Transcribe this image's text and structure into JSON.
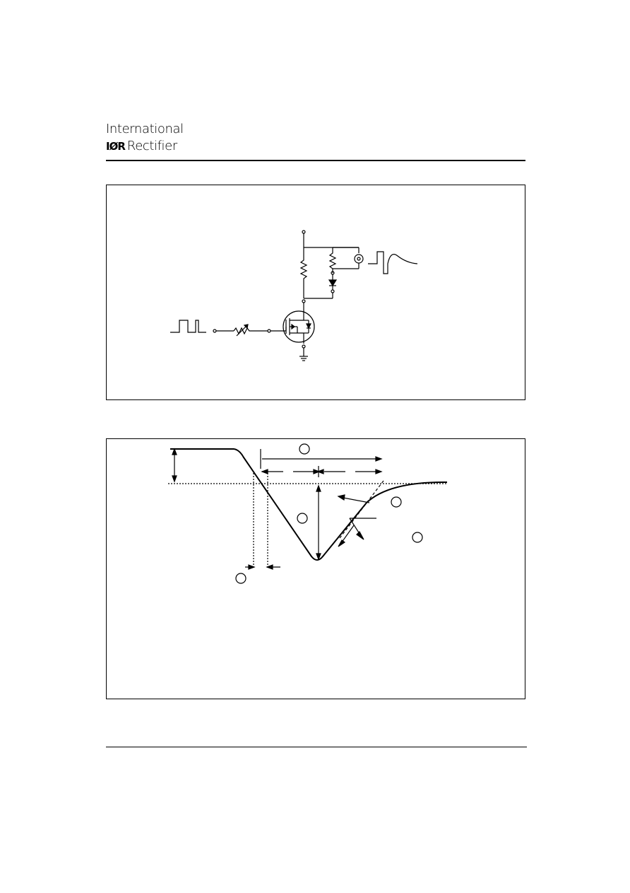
{
  "header": {
    "logo_line1": "International",
    "logo_mark": "IØR",
    "logo_line2": "Rectifier"
  },
  "figures": [
    {
      "id": "circuit-schematic"
    },
    {
      "id": "recovery-waveform"
    }
  ],
  "colors": {
    "ink": "#000000",
    "paper": "#ffffff"
  },
  "icons": [
    "mosfet-symbol",
    "resistor-symbol",
    "variable-resistor-symbol",
    "diode-symbol",
    "ground-symbol",
    "probe-connector-symbol",
    "pulse-waveform-icon"
  ]
}
